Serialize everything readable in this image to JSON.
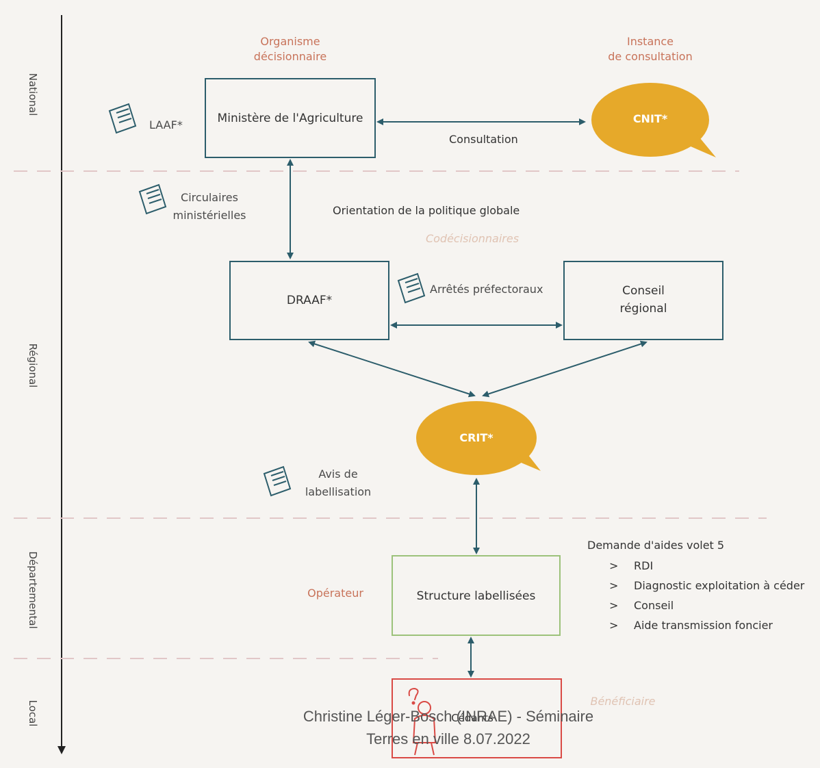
{
  "levels": {
    "national": "National",
    "regional": "Régional",
    "departemental": "Départemental",
    "local": "Local"
  },
  "roles": {
    "decision_body": "Organisme\ndécisionnaire",
    "consultation_body": "Instance\nde consultation",
    "codecision": "Codécisionnaires",
    "operator": "Opérateur",
    "beneficiary": "Bénéficiaire"
  },
  "nodes": {
    "ministere": "Ministère de l'Agriculture",
    "cnit": "CNIT*",
    "draaf": "DRAAF*",
    "conseil_regional": "Conseil\nrégional",
    "crit": "CRIT*",
    "structure": "Structure labellisées",
    "cedants": "Cédants"
  },
  "documents": {
    "laaf": "LAAF*",
    "circulaires": "Circulaires\nministérielles",
    "arretes": "Arrêtés préfectoraux",
    "avis": "Avis de\nlabellisation"
  },
  "edges": {
    "consultation": "Consultation",
    "orientation": "Orientation de la politique globale"
  },
  "aids": {
    "title": "Demande d'aides volet 5",
    "bullet": ">",
    "items": [
      "RDI",
      "Diagnostic exploitation à céder",
      "Conseil",
      "Aide transmission foncier"
    ]
  },
  "footer": {
    "line1": "Christine Léger-Bosch (INRAE) - Séminaire",
    "line2": "Terres en ville 8.07.2022"
  },
  "colors": {
    "background": "#f6f4f1",
    "box_stroke": "#2c5d6b",
    "arrow": "#2c5d6b",
    "bubble": "#e6a92a",
    "role_text": "#c8735a",
    "role_faded": "#e0c3b3",
    "structure_border": "#9cc27a",
    "cedants_border": "#d94a45",
    "dashed": "#e1c7c7"
  }
}
